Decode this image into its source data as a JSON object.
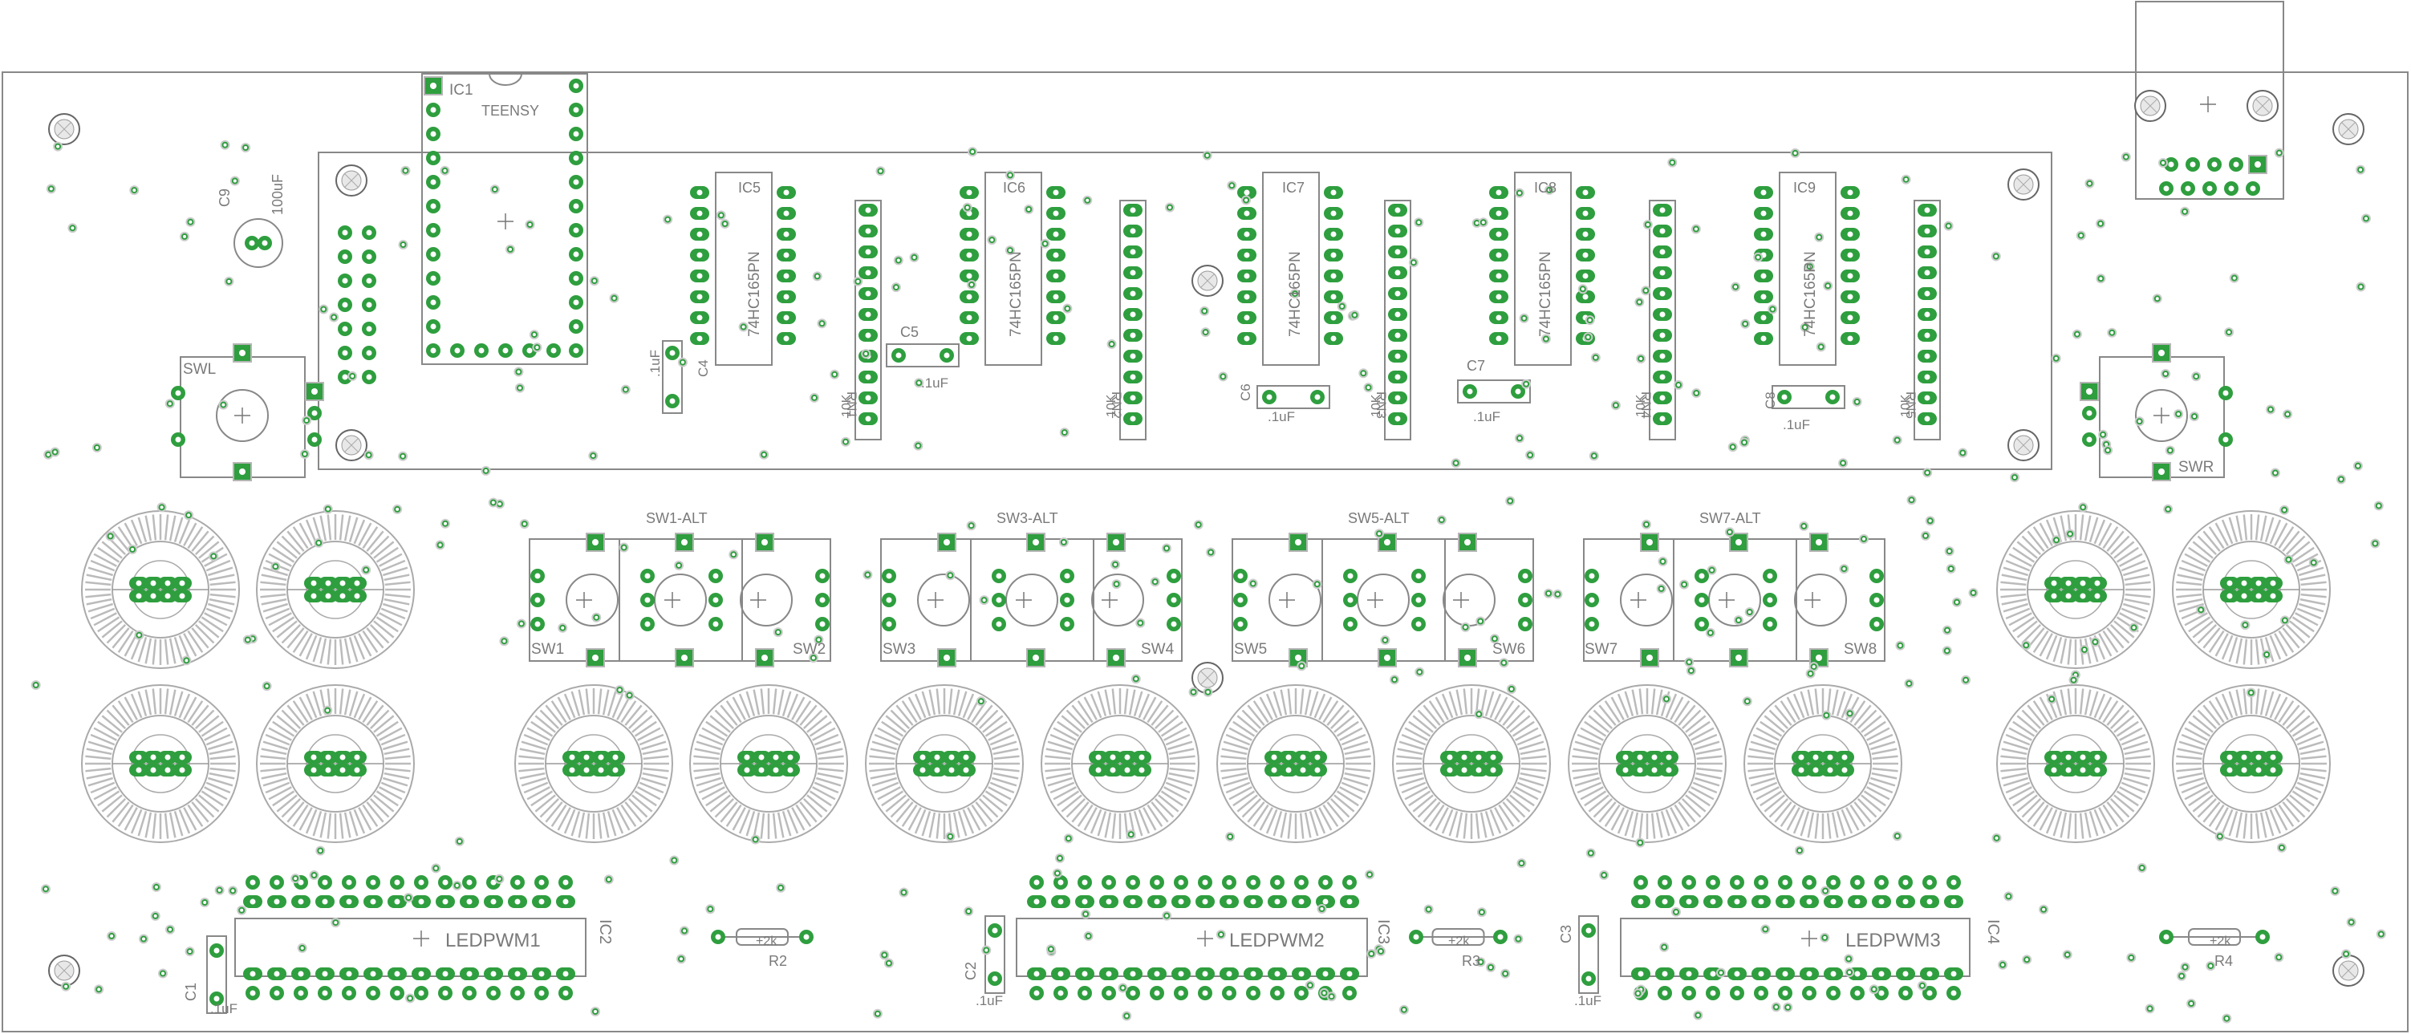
{
  "colors": {
    "background": "#ffffff",
    "outline": "#888888",
    "silk": "#7a7a7a",
    "pad": "#2e9e3e",
    "pad_ring": "#b5b5b5",
    "drill": "#ffffff"
  },
  "labels": {
    "ic1": "IC1",
    "teensy": "TEENSY",
    "c9": "C9",
    "c9_value": "100uF",
    "swl": "SWL",
    "swr": "SWR",
    "ic5": "IC5",
    "ic6": "IC6",
    "ic7": "IC7",
    "ic8": "IC8",
    "ic9": "IC9",
    "chip_74hc165": "74HC165PN",
    "c4": "C4",
    "c4_value": ".1uF",
    "c5": "C5",
    "c5_value": ".1uF",
    "c6": "C6",
    "c6_value": ".1uF",
    "c7": "C7",
    "c7_value": ".1uF",
    "c8": "C8",
    "c8_value": ".1uF",
    "rn1": "RN1",
    "rn2": "RN2",
    "rn3": "RN3",
    "rn4": "RN4",
    "rn5": "RN5",
    "res_10k": "10K",
    "sw1_alt": "SW1-ALT",
    "sw3_alt": "SW3-ALT",
    "sw5_alt": "SW5-ALT",
    "sw7_alt": "SW7-ALT",
    "sw1": "SW1",
    "sw2": "SW2",
    "sw3": "SW3",
    "sw4": "SW4",
    "sw5": "SW5",
    "sw6": "SW6",
    "sw7": "SW7",
    "sw8": "SW8",
    "ledpwm1": "LEDPWM1",
    "ledpwm2": "LEDPWM2",
    "ledpwm3": "LEDPWM3",
    "ic2": "IC2",
    "ic3": "IC3",
    "ic4": "IC4",
    "c1": "C1",
    "c1_value": ".1uF",
    "c2": "C2",
    "c2_value": ".1uF",
    "c3": "C3",
    "c3_value": ".1uF",
    "r2": "R2",
    "r3": "R3",
    "r4": "R4",
    "r_value": "+2k"
  }
}
